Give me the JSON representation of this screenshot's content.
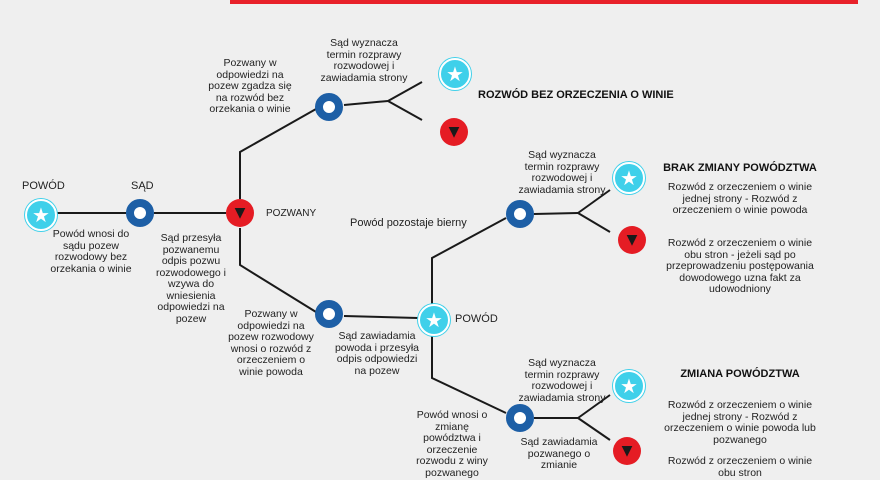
{
  "labels": {
    "plaintiff_start": "POWÓD",
    "court": "SĄD",
    "defendant": "POZWANY",
    "plaintiff_mid": "POWÓD"
  },
  "texts": {
    "plaintiff_files": "Powód wnosi do sądu pozew rozwodowy bez orzekania o winie",
    "court_sends": "Sąd przesyła pozwanemu odpis pozwu rozwodowego i wzywa do wniesienia odpowiedzi na pozew",
    "defendant_agrees": "Pozwany w odpowiedzi na pozew zgadza się na rozwód bez orzekania o winie",
    "court_sets_hearing_1": "Sąd wyznacza termin rozprawy rozwodowej i zawiadamia strony",
    "defendant_wants_fault": "Pozwany w odpowiedzi na pozew rozwodowy wnosi o rozwód z orzeczeniem o winie powoda",
    "court_notifies": "Sąd zawiadamia powoda i przesyła odpis odpowiedzi na pozew",
    "plaintiff_passive": "Powód pozostaje bierny",
    "court_sets_hearing_2": "Sąd wyznacza termin rozprawy rozwodowej i zawiadamia strony",
    "plaintiff_changes": "Powód wnosi o zmianę powództwa i orzeczenie rozwodu z winy pozwanego",
    "court_sets_hearing_3": "Sąd wyznacza termin rozprawy rozwodowej i zawiadamia strony",
    "court_notifies_defendant": "Sąd zawiadamia pozwanego o zmianie"
  },
  "outcomes": {
    "no_fault_title": "ROZWÓD BEZ ORZECZENIA O WINIE",
    "no_change_title": "BRAK ZMIANY POWÓDZTWA",
    "no_change_1": "Rozwód z orzeczeniem o winie jednej strony - Rozwód z orzeczeniem o winie powoda",
    "no_change_2": "Rozwód z orzeczeniem o winie obu stron - jeżeli sąd po przeprowadzeniu postępowania dowodowego uzna fakt za udowodniony",
    "change_title": "ZMIANA POWÓDZTWA",
    "change_1": "Rozwód z orzeczeniem o winie jednej strony - Rozwód z orzeczeniem o winie powoda lub pozwanego",
    "change_2": "Rozwód z orzeczeniem o winie obu stron"
  },
  "icons": {
    "star": "star-icon",
    "ring": "ring-icon",
    "down": "triangle-down-icon"
  },
  "colors": {
    "star": "#3fd0ea",
    "ring": "#1d5fa6",
    "down": "#e51c24",
    "accent_bar": "#e8212a"
  }
}
